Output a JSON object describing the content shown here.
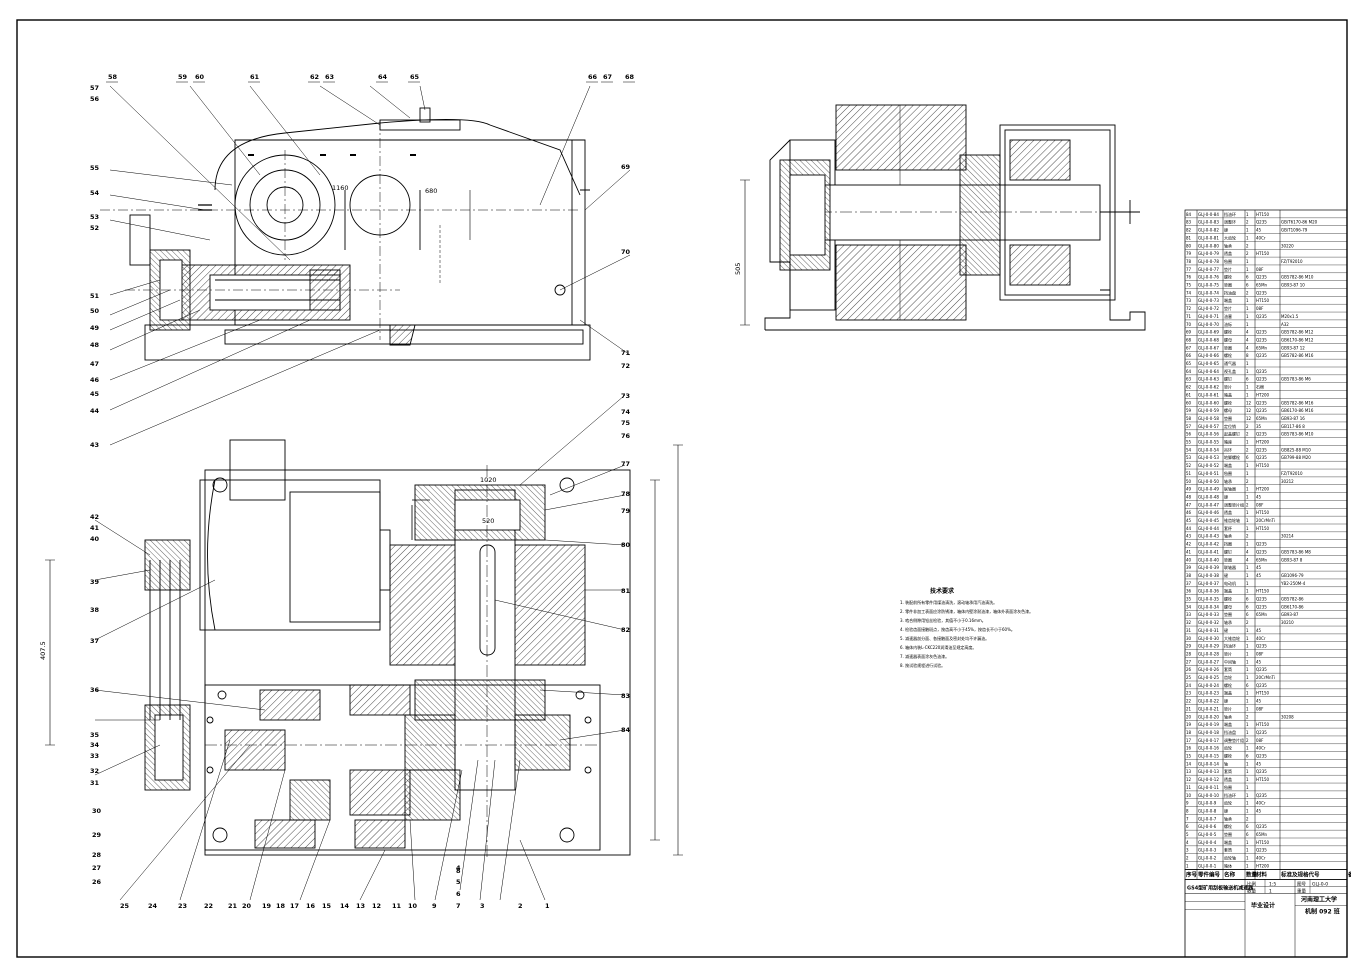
{
  "drawing": {
    "balloons_top": [
      "58",
      "59",
      "60",
      "61",
      "62",
      "63",
      "64",
      "65",
      "66",
      "67",
      "68"
    ],
    "balloons_left_top": [
      "57",
      "56",
      "55",
      "54",
      "53",
      "52",
      "51",
      "50",
      "49",
      "48",
      "47",
      "46",
      "45",
      "44",
      "43"
    ],
    "balloons_right_top": [
      "69",
      "70",
      "71",
      "72"
    ],
    "balloons_right_mid": [
      "73",
      "74",
      "75",
      "76",
      "77",
      "78",
      "79",
      "80",
      "81",
      "82",
      "83",
      "84"
    ],
    "balloons_left_mid": [
      "42",
      "41",
      "40",
      "39",
      "38",
      "37",
      "36",
      "35",
      "34",
      "33",
      "32",
      "31"
    ],
    "balloons_bottom": [
      "30",
      "29",
      "28",
      "27",
      "26",
      "25",
      "24",
      "23",
      "22",
      "21",
      "20",
      "19",
      "18",
      "17",
      "16",
      "15",
      "14",
      "13",
      "12",
      "11",
      "10",
      "9",
      "8",
      "7",
      "6",
      "5",
      "4",
      "3",
      "2",
      "1"
    ],
    "dim_top_left": "1160",
    "dim_top_right": "680",
    "dim_plan_width": "1020",
    "dim_plan_height": "520",
    "dim_left_height": "407.5",
    "dim_side_height": "505"
  },
  "notes": {
    "title": "技术要求",
    "lines": [
      "1. 装配前所有零件用煤油清洗，滚动轴承用汽油清洗。",
      "2. 零件非加工表面应涂防锈漆，箱体内壁涂耐油漆，箱体外表面涂灰色漆。",
      "3. 啮合侧隙用铅丝检验，其值不小于0.16mm。",
      "4. 检验齿面接触斑点，按齿高不小于45%，按齿长不小于60%。",
      "5. 减速器剖分面、各接触面及密封处均不许漏油。",
      "6. 箱体内装L-CKC220润滑油至规定高度。",
      "7. 减速器表面涂灰色油漆。",
      "8. 按试验规程进行试验。"
    ]
  },
  "title_block": {
    "headers": [
      "序号",
      "零件编号",
      "名称",
      "数量",
      "材料",
      "标准及规格代号",
      "备注"
    ],
    "drawing_name": "GS4型矿用刮板输送机减速器",
    "school": "河南理工大学",
    "class": "机制 092 班",
    "design_label": "毕业设计",
    "scale_label": "比例",
    "scale_value": "1:5",
    "sheet_label": "图号",
    "sheet_value": "GLJ-0-0",
    "count_label": "数量",
    "count_value": "1",
    "weight_label": "重量"
  },
  "parts_rows": [
    [
      "84",
      "GLJ-0-0-84",
      "挡油环",
      "1",
      "HT150",
      ""
    ],
    [
      "83",
      "GLJ-0-0-83",
      "调整环",
      "2",
      "Q235",
      "GB/T6170-86 M20"
    ],
    [
      "82",
      "GLJ-0-0-82",
      "键",
      "1",
      "45",
      "GB/T1096-79"
    ],
    [
      "81",
      "GLJ-0-0-81",
      "大齿轮",
      "1",
      "40Cr",
      ""
    ],
    [
      "80",
      "GLJ-0-0-80",
      "轴承",
      "2",
      "",
      "30220"
    ],
    [
      "79",
      "GLJ-0-0-79",
      "透盖",
      "2",
      "HT150",
      ""
    ],
    [
      "78",
      "GLJ-0-0-78",
      "毡圈",
      "1",
      "",
      "FZ/T92010"
    ],
    [
      "77",
      "GLJ-0-0-77",
      "垫片",
      "1",
      "08F",
      ""
    ],
    [
      "76",
      "GLJ-0-0-76",
      "螺栓",
      "6",
      "Q235",
      "GB5782-86 M10"
    ],
    [
      "75",
      "GLJ-0-0-75",
      "垫圈",
      "6",
      "65Mn",
      "GB93-87 10"
    ],
    [
      "74",
      "GLJ-0-0-74",
      "挡油盘",
      "2",
      "Q235",
      ""
    ],
    [
      "73",
      "GLJ-0-0-73",
      "端盖",
      "1",
      "HT150",
      ""
    ],
    [
      "72",
      "GLJ-0-0-72",
      "垫片",
      "1",
      "08F",
      ""
    ],
    [
      "71",
      "GLJ-0-0-71",
      "油塞",
      "1",
      "Q235",
      "M20x1.5"
    ],
    [
      "70",
      "GLJ-0-0-70",
      "油标",
      "1",
      "",
      "A32"
    ],
    [
      "69",
      "GLJ-0-0-69",
      "螺栓",
      "4",
      "Q235",
      "GB5782-86 M12"
    ],
    [
      "68",
      "GLJ-0-0-68",
      "螺母",
      "4",
      "Q235",
      "GB6170-86 M12"
    ],
    [
      "67",
      "GLJ-0-0-67",
      "垫圈",
      "4",
      "65Mn",
      "GB93-87 12"
    ],
    [
      "66",
      "GLJ-0-0-66",
      "螺栓",
      "8",
      "Q235",
      "GB5782-86 M16"
    ],
    [
      "65",
      "GLJ-0-0-65",
      "通气器",
      "1",
      "",
      ""
    ],
    [
      "64",
      "GLJ-0-0-64",
      "视孔盖",
      "1",
      "Q235",
      ""
    ],
    [
      "63",
      "GLJ-0-0-63",
      "螺钉",
      "6",
      "Q235",
      "GB5783-86 M6"
    ],
    [
      "62",
      "GLJ-0-0-62",
      "垫片",
      "1",
      "石棉",
      ""
    ],
    [
      "61",
      "GLJ-0-0-61",
      "箱盖",
      "1",
      "HT200",
      ""
    ],
    [
      "60",
      "GLJ-0-0-60",
      "螺栓",
      "12",
      "Q235",
      "GB5782-86 M16"
    ],
    [
      "59",
      "GLJ-0-0-59",
      "螺母",
      "12",
      "Q235",
      "GB6170-86 M16"
    ],
    [
      "58",
      "GLJ-0-0-58",
      "垫圈",
      "12",
      "65Mn",
      "GB93-87 16"
    ],
    [
      "57",
      "GLJ-0-0-57",
      "定位销",
      "2",
      "35",
      "GB117-86 8"
    ],
    [
      "56",
      "GLJ-0-0-56",
      "起盖螺钉",
      "2",
      "Q235",
      "GB5783-86 M10"
    ],
    [
      "55",
      "GLJ-0-0-55",
      "箱座",
      "1",
      "HT200",
      ""
    ],
    [
      "54",
      "GLJ-0-0-54",
      "吊环",
      "2",
      "Q235",
      "GB825-88 M10"
    ],
    [
      "53",
      "GLJ-0-0-53",
      "地脚螺栓",
      "6",
      "Q235",
      "GB799-88 M20"
    ],
    [
      "52",
      "GLJ-0-0-52",
      "端盖",
      "1",
      "HT150",
      ""
    ],
    [
      "51",
      "GLJ-0-0-51",
      "毡圈",
      "1",
      "",
      "FZ/T92010"
    ],
    [
      "50",
      "GLJ-0-0-50",
      "轴承",
      "2",
      "",
      "30212"
    ],
    [
      "49",
      "GLJ-0-0-49",
      "联轴器",
      "1",
      "HT200",
      ""
    ],
    [
      "48",
      "GLJ-0-0-48",
      "键",
      "1",
      "45",
      ""
    ],
    [
      "47",
      "GLJ-0-0-47",
      "调整垫片组",
      "2",
      "08F",
      ""
    ],
    [
      "46",
      "GLJ-0-0-46",
      "透盖",
      "1",
      "HT150",
      ""
    ],
    [
      "45",
      "GLJ-0-0-45",
      "锥齿轮轴",
      "1",
      "20CrMnTi",
      ""
    ],
    [
      "44",
      "GLJ-0-0-44",
      "套杯",
      "1",
      "HT150",
      ""
    ],
    [
      "43",
      "GLJ-0-0-43",
      "轴承",
      "2",
      "",
      "30214"
    ],
    [
      "42",
      "GLJ-0-0-42",
      "挡圈",
      "1",
      "Q235",
      ""
    ],
    [
      "41",
      "GLJ-0-0-41",
      "螺钉",
      "4",
      "Q235",
      "GB5783-86 M8"
    ],
    [
      "40",
      "GLJ-0-0-40",
      "垫圈",
      "4",
      "65Mn",
      "GB93-87 8"
    ],
    [
      "39",
      "GLJ-0-0-39",
      "联轴器",
      "1",
      "45",
      ""
    ],
    [
      "38",
      "GLJ-0-0-38",
      "键",
      "1",
      "45",
      "GB1096-79"
    ],
    [
      "37",
      "GLJ-0-0-37",
      "电动机",
      "1",
      "",
      "YB2-250M-4"
    ],
    [
      "36",
      "GLJ-0-0-36",
      "端盖",
      "1",
      "HT150",
      ""
    ],
    [
      "35",
      "GLJ-0-0-35",
      "螺栓",
      "6",
      "Q235",
      "GB5782-86"
    ],
    [
      "34",
      "GLJ-0-0-34",
      "螺母",
      "6",
      "Q235",
      "GB6170-86"
    ],
    [
      "33",
      "GLJ-0-0-33",
      "垫圈",
      "6",
      "65Mn",
      "GB93-87"
    ],
    [
      "32",
      "GLJ-0-0-32",
      "轴承",
      "2",
      "",
      "30210"
    ],
    [
      "31",
      "GLJ-0-0-31",
      "键",
      "1",
      "45",
      ""
    ],
    [
      "30",
      "GLJ-0-0-30",
      "大锥齿轮",
      "1",
      "40Cr",
      ""
    ],
    [
      "29",
      "GLJ-0-0-29",
      "挡油环",
      "1",
      "Q235",
      ""
    ],
    [
      "28",
      "GLJ-0-0-28",
      "垫片",
      "1",
      "08F",
      ""
    ],
    [
      "27",
      "GLJ-0-0-27",
      "中间轴",
      "1",
      "45",
      ""
    ],
    [
      "26",
      "GLJ-0-0-26",
      "套筒",
      "1",
      "Q235",
      ""
    ],
    [
      "25",
      "GLJ-0-0-25",
      "齿轮",
      "1",
      "20CrMnTi",
      ""
    ],
    [
      "24",
      "GLJ-0-0-24",
      "螺栓",
      "6",
      "Q235",
      ""
    ],
    [
      "23",
      "GLJ-0-0-23",
      "端盖",
      "1",
      "HT150",
      ""
    ],
    [
      "22",
      "GLJ-0-0-22",
      "键",
      "1",
      "45",
      ""
    ],
    [
      "21",
      "GLJ-0-0-21",
      "垫片",
      "1",
      "08F",
      ""
    ],
    [
      "20",
      "GLJ-0-0-20",
      "轴承",
      "2",
      "",
      "30208"
    ],
    [
      "19",
      "GLJ-0-0-19",
      "端盖",
      "1",
      "HT150",
      ""
    ],
    [
      "18",
      "GLJ-0-0-18",
      "挡油盘",
      "1",
      "Q235",
      ""
    ],
    [
      "17",
      "GLJ-0-0-17",
      "调整垫片组",
      "2",
      "08F",
      ""
    ],
    [
      "16",
      "GLJ-0-0-16",
      "齿轮",
      "1",
      "40Cr",
      ""
    ],
    [
      "15",
      "GLJ-0-0-15",
      "螺栓",
      "6",
      "Q235",
      ""
    ],
    [
      "14",
      "GLJ-0-0-14",
      "轴",
      "1",
      "45",
      ""
    ],
    [
      "13",
      "GLJ-0-0-13",
      "套筒",
      "1",
      "Q235",
      ""
    ],
    [
      "12",
      "GLJ-0-0-12",
      "透盖",
      "1",
      "HT150",
      ""
    ],
    [
      "11",
      "GLJ-0-0-11",
      "毡圈",
      "1",
      "",
      ""
    ],
    [
      "10",
      "GLJ-0-0-10",
      "挡油环",
      "1",
      "Q235",
      ""
    ],
    [
      "9",
      "GLJ-0-0-9",
      "齿轮",
      "1",
      "40Cr",
      ""
    ],
    [
      "8",
      "GLJ-0-0-8",
      "键",
      "1",
      "45",
      ""
    ],
    [
      "7",
      "GLJ-0-0-7",
      "轴承",
      "2",
      "",
      ""
    ],
    [
      "6",
      "GLJ-0-0-6",
      "螺栓",
      "6",
      "Q235",
      ""
    ],
    [
      "5",
      "GLJ-0-0-5",
      "垫圈",
      "6",
      "65Mn",
      ""
    ],
    [
      "4",
      "GLJ-0-0-4",
      "端盖",
      "1",
      "HT150",
      ""
    ],
    [
      "3",
      "GLJ-0-0-3",
      "套筒",
      "1",
      "Q235",
      ""
    ],
    [
      "2",
      "GLJ-0-0-2",
      "齿轮轴",
      "1",
      "40Cr",
      ""
    ],
    [
      "1",
      "GLJ-0-0-1",
      "箱体",
      "1",
      "HT200",
      ""
    ]
  ],
  "colors": {
    "ink": "#000000",
    "hatch": "#333333",
    "paper": "#ffffff"
  }
}
